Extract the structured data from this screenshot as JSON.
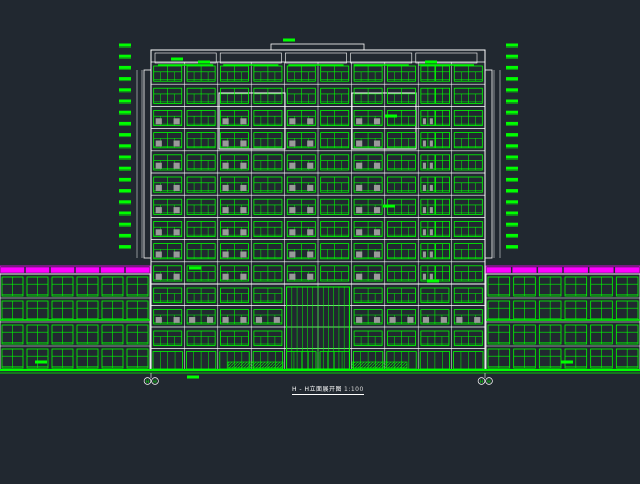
{
  "drawing": {
    "title": "H - H立面展开图",
    "scale": "1:100"
  },
  "grid_axes": {
    "left": [
      "H",
      "H"
    ],
    "right": [
      "H",
      "H"
    ]
  },
  "colors": {
    "background": "#212830",
    "outline": "#ffffff",
    "windows": "#00ff00",
    "annex_roof": "#ff00ff",
    "glazing_fill": "#9a9a9a",
    "annotation": "#00ff00"
  },
  "structure": {
    "tower_floors": 10,
    "podium_floors": 4,
    "tower_bays": 10,
    "annex_bays_each_side": 6
  }
}
